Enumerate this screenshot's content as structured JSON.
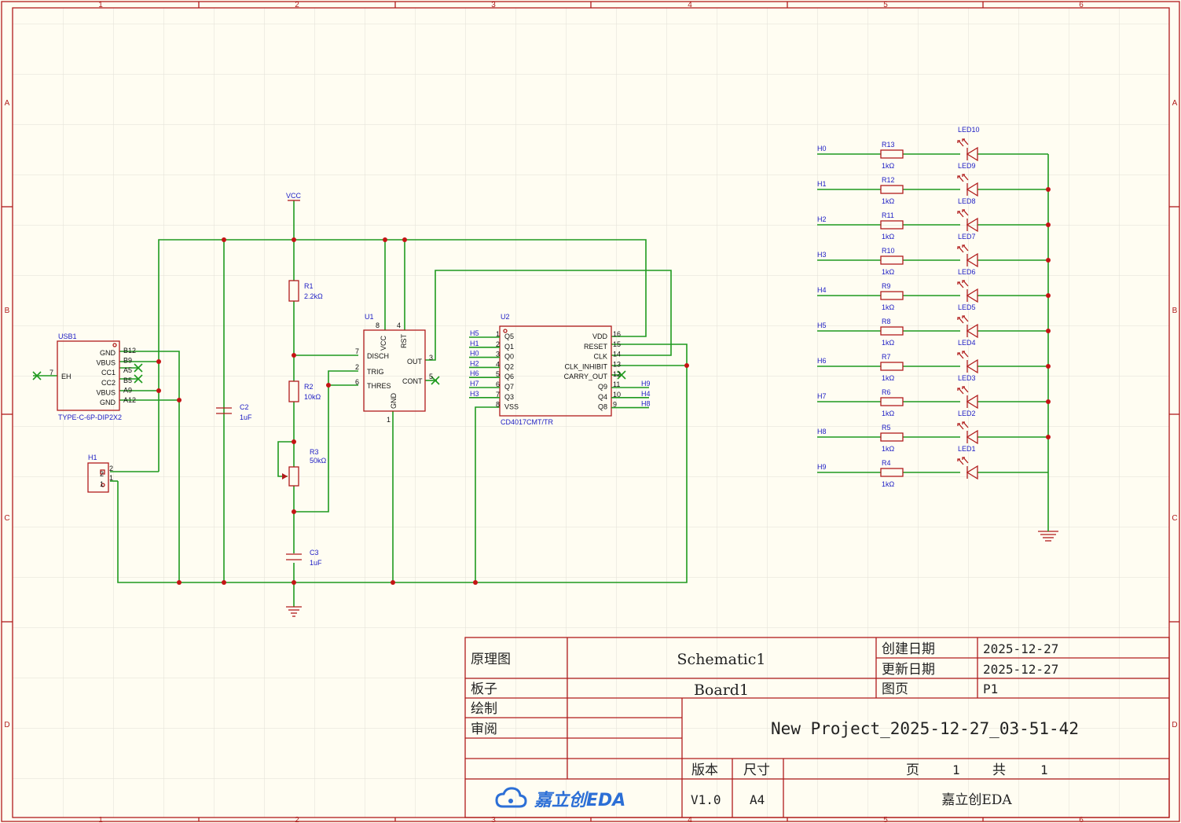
{
  "border": {
    "cols": [
      "1",
      "2",
      "3",
      "4",
      "5",
      "6"
    ],
    "rows": [
      "A",
      "B",
      "C",
      "D"
    ]
  },
  "parts": {
    "usb1": {
      "ref": "USB1",
      "value": "TYPE-C-6P-DIP2X2",
      "pins_left": [
        "GND",
        "VBUS",
        "CC1",
        "CC2",
        "VBUS",
        "GND"
      ],
      "pins_num": [
        "B12",
        "B9",
        "A5",
        "B5",
        "A9",
        "A12"
      ],
      "eh": "EH",
      "eh_num": "7"
    },
    "h1": {
      "ref": "H1",
      "pin2": "2",
      "pin1": "1"
    },
    "c2": {
      "ref": "C2",
      "value": "1uF"
    },
    "r1": {
      "ref": "R1",
      "value": "2.2kΩ"
    },
    "r2": {
      "ref": "R2",
      "value": "10kΩ"
    },
    "r3": {
      "ref": "R3",
      "value": "50kΩ"
    },
    "c3": {
      "ref": "C3",
      "value": "1uF"
    },
    "vcc": "VCC",
    "u1": {
      "ref": "U1",
      "pins": {
        "vcc": "VCC",
        "rst": "RST",
        "disch": "DISCH",
        "trig": "TRIG",
        "thres": "THRES",
        "out": "OUT",
        "cont": "CONT",
        "gnd": "GND"
      },
      "nums": {
        "vcc": "8",
        "rst": "4",
        "disch": "7",
        "trig": "2",
        "thres": "6",
        "out": "3",
        "cont": "5",
        "gnd": "1"
      }
    },
    "u2": {
      "ref": "U2",
      "value": "CD4017CMT/TR",
      "left": [
        "Q5",
        "Q1",
        "Q0",
        "Q2",
        "Q6",
        "Q7",
        "Q3",
        "VSS"
      ],
      "left_num": [
        "1",
        "2",
        "3",
        "4",
        "5",
        "6",
        "7",
        "8"
      ],
      "left_net": [
        "H5",
        "H1",
        "H0",
        "H2",
        "H6",
        "H7",
        "H3",
        ""
      ],
      "right": [
        "VDD",
        "RESET",
        "CLK",
        "CLK_INHIBIT",
        "CARRY_OUT",
        "Q9",
        "Q4",
        "Q8"
      ],
      "right_num": [
        "16",
        "15",
        "14",
        "13",
        "12",
        "11",
        "10",
        "9"
      ],
      "right_net": [
        "",
        "",
        "",
        "",
        "",
        "H9",
        "H4",
        "H8"
      ]
    }
  },
  "led_rows": [
    {
      "net": "H0",
      "res": "R13",
      "val": "1kΩ",
      "led_top": "LED10",
      "led_bot": "LED9"
    },
    {
      "net": "H1",
      "res": "R12",
      "val": "1kΩ",
      "led_top": "",
      "led_bot": "LED8"
    },
    {
      "net": "H2",
      "res": "R11",
      "val": "1kΩ",
      "led_top": "",
      "led_bot": "LED7"
    },
    {
      "net": "H3",
      "res": "R10",
      "val": "1kΩ",
      "led_top": "",
      "led_bot": "LED6"
    },
    {
      "net": "H4",
      "res": "R9",
      "val": "1kΩ",
      "led_top": "",
      "led_bot": "LED5"
    },
    {
      "net": "H5",
      "res": "R8",
      "val": "1kΩ",
      "led_top": "",
      "led_bot": "LED4"
    },
    {
      "net": "H6",
      "res": "R7",
      "val": "1kΩ",
      "led_top": "",
      "led_bot": "LED3"
    },
    {
      "net": "H7",
      "res": "R6",
      "val": "1kΩ",
      "led_top": "",
      "led_bot": "LED2"
    },
    {
      "net": "H8",
      "res": "R5",
      "val": "1kΩ",
      "led_top": "",
      "led_bot": "LED1"
    },
    {
      "net": "H9",
      "res": "R4",
      "val": "1kΩ",
      "led_top": "",
      "led_bot": ""
    }
  ],
  "title_block": {
    "schematic_label": "原理图",
    "schematic_name": "Schematic1",
    "board_label": "板子",
    "board_name": "Board1",
    "draw_label": "绘制",
    "review_label": "审阅",
    "created_label": "创建日期",
    "created": "2025-12-27",
    "updated_label": "更新日期",
    "updated": "2025-12-27",
    "page_label": "图页",
    "page": "P1",
    "project": "New Project_2025-12-27_03-51-42",
    "version_label": "版本",
    "version": "V1.0",
    "size_label": "尺寸",
    "size": "A4",
    "page_word": "页",
    "page_no": "1",
    "total_word": "共",
    "total": "1",
    "logo": "嘉立创EDA",
    "company": "嘉立创EDA"
  }
}
